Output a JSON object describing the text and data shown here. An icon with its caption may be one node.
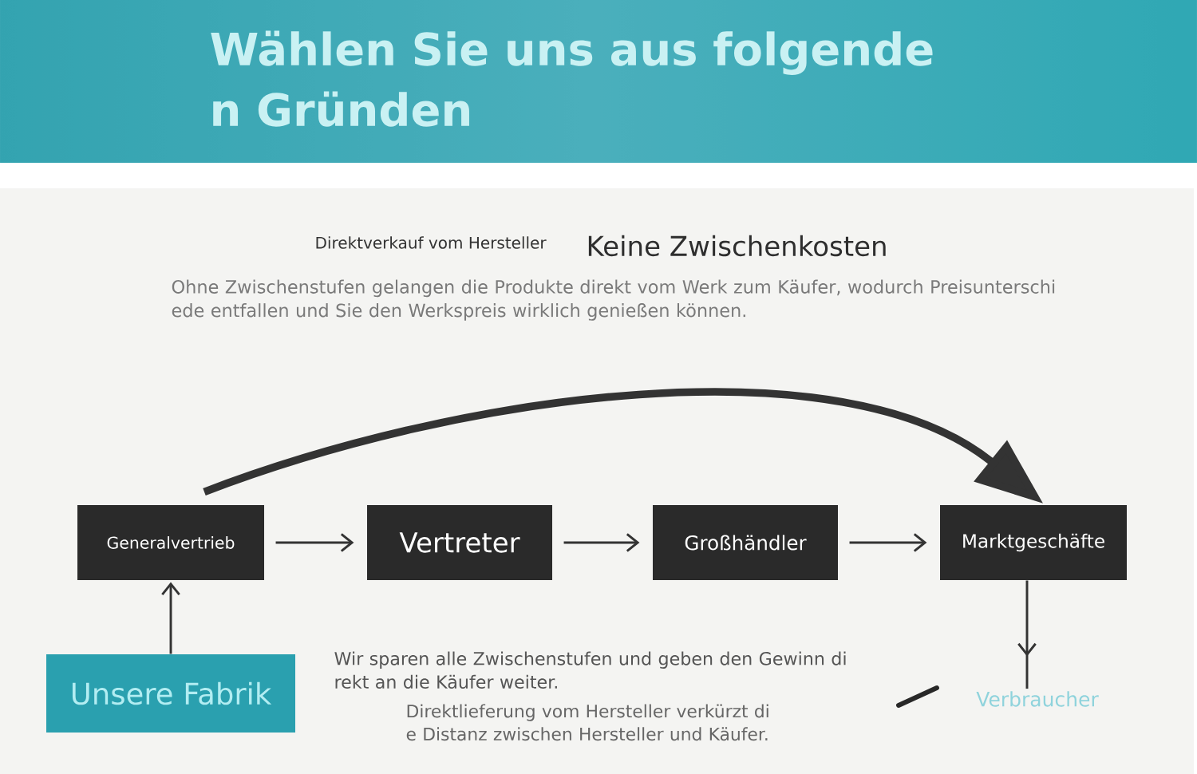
{
  "diagram": {
    "title": "Wählen Sie uns aus folgende n Gründen",
    "nodes": [
      {
        "text": [
          "Generalvertrieb"
        ]
      },
      {
        "text": [
          "Vertreter"
        ]
      },
      {
        "text": [
          "Großhändler"
        ]
      },
      {
        "text": [
          "Marktgeschäfte"
        ]
      },
      {
        "text": [
          "Unsere Fabrik"
        ]
      },
      {
        "text": [
          "Verbraucher"
        ]
      }
    ],
    "edges": [
      {
        "from": 0,
        "to": 1,
        "arrow": "to"
      },
      {
        "from": 1,
        "to": 2,
        "arrow": "to"
      },
      {
        "from": 2,
        "to": 3,
        "arrow": "to"
      },
      {
        "from": 0,
        "to": 3,
        "arrow": "to",
        "style": "thick"
      },
      {
        "from": 4,
        "to": 0,
        "arrow": "to"
      },
      {
        "from": 3,
        "to": 5,
        "arrow": "to"
      }
    ],
    "labels": [
      "Direktverkauf vom Hersteller",
      "Keine Zwischenkosten",
      "Ohne Zwischenstufen gelangen die Produkte direkt vom Werk zum Käufer, wodurch Preisunterschi ede entfallen und Sie den Werkspreis wirklich genießen können.",
      "Wir sparen alle Zwischenstufen und geben den Gewinn di rekt an die Käufer weiter.",
      "Direktlieferung vom Hersteller verkürzt di e Distanz zwischen Hersteller und Käufer."
    ]
  }
}
